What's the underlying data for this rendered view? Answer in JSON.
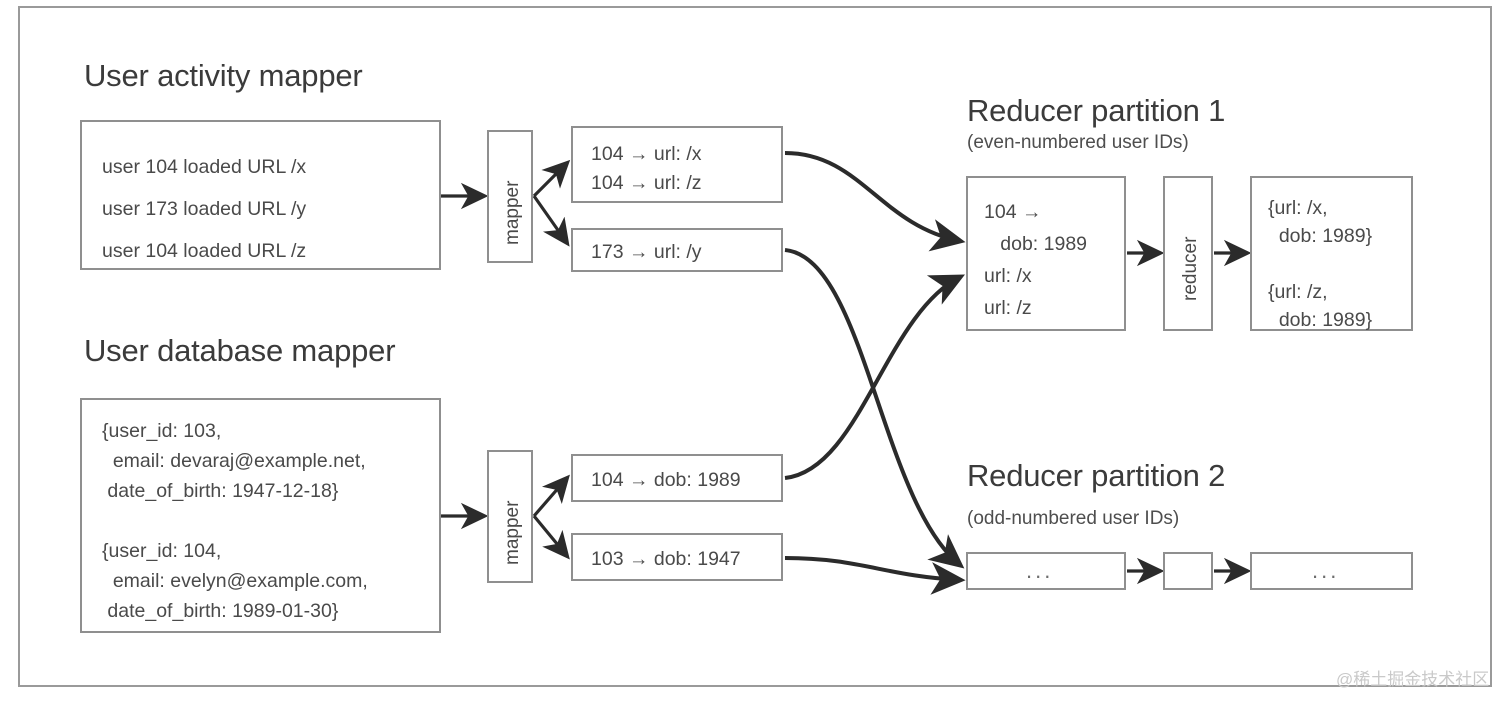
{
  "diagram": {
    "title_user_activity": "User activity mapper",
    "title_user_database": "User database mapper",
    "reducer1_title": "Reducer partition 1",
    "reducer1_subtitle": "(even-numbered user IDs)",
    "reducer2_title": "Reducer partition 2",
    "reducer2_subtitle": "(odd-numbered user IDs)",
    "mapper_label": "mapper",
    "reducer_label": "reducer",
    "ellipsis": "...",
    "watermark": "@稀土掘金技术社区",
    "colors": {
      "border": "#8f8f8f",
      "frame_border": "#9a9a9a",
      "text": "#4a4a4a",
      "heading": "#3b3b3b",
      "arrow": "#2b2b2b"
    },
    "activity_input": {
      "lines": [
        "user 104 loaded URL /x",
        "user 173 loaded URL /y",
        "user 104 loaded URL /z"
      ]
    },
    "database_input": {
      "lines": [
        "{user_id: 103,",
        "  email: devaraj@example.net,",
        " date_of_birth: 1947-12-18}",
        "",
        "{user_id: 104,",
        "  email: evelyn@example.com,",
        " date_of_birth: 1989-01-30}"
      ]
    },
    "activity_mapper_output_1": {
      "lines": [
        "104 → url: /x",
        "104 → url: /z"
      ]
    },
    "activity_mapper_output_2": {
      "lines": [
        "173 → url: /y"
      ]
    },
    "database_mapper_output_1": {
      "lines": [
        "104 → dob: 1989"
      ]
    },
    "database_mapper_output_2": {
      "lines": [
        "103 → dob: 1947"
      ]
    },
    "reducer1_input": {
      "lines": [
        "104 →",
        "   dob: 1989",
        "url: /x",
        "url: /z"
      ]
    },
    "reducer1_output": {
      "lines": [
        "{url: /x,",
        "  dob: 1989}",
        "",
        "{url: /z,",
        "  dob: 1989}"
      ]
    }
  }
}
